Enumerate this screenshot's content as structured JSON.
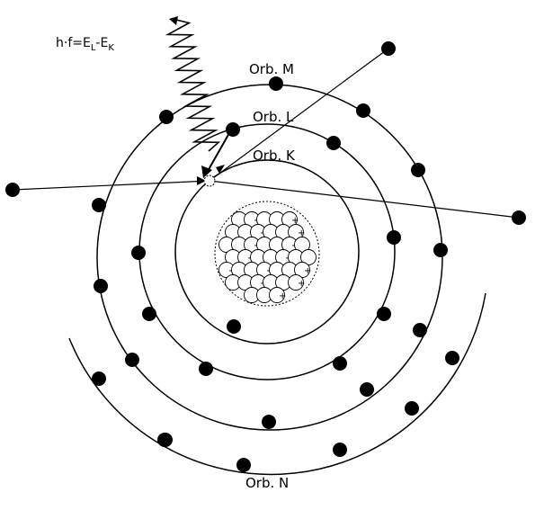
{
  "labels": {
    "orbit_m": "Orb. M",
    "orbit_l": "Orb. L",
    "orbit_k": "Orb. K",
    "orbit_n": "Orb. N"
  },
  "formula": {
    "prefix": "h·f=E",
    "sub1": "L",
    "mid": "-E",
    "sub2": "K"
  },
  "colors": {
    "ink": "#000000",
    "background": "#ffffff"
  }
}
